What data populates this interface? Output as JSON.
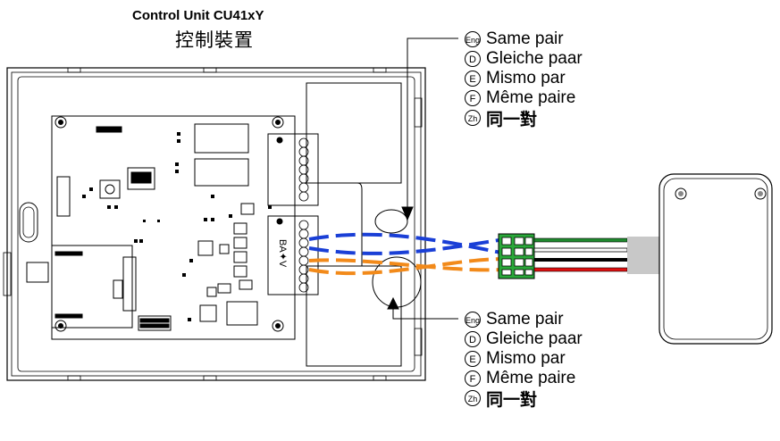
{
  "title": {
    "en": "Control Unit CU41xY",
    "zh": "控制裝置"
  },
  "module_label": "BA✦V",
  "annotations": [
    {
      "rows": [
        {
          "lang": "Eng",
          "text": "Same pair"
        },
        {
          "lang": "D",
          "text": "Gleiche paar"
        },
        {
          "lang": "E",
          "text": "Mismo par"
        },
        {
          "lang": "F",
          "text": "Même paire"
        },
        {
          "lang": "Zh",
          "text": "同一對"
        }
      ]
    },
    {
      "rows": [
        {
          "lang": "Eng",
          "text": "Same pair"
        },
        {
          "lang": "D",
          "text": "Gleiche paar"
        },
        {
          "lang": "E",
          "text": "Mismo par"
        },
        {
          "lang": "F",
          "text": "Même paire"
        },
        {
          "lang": "Zh",
          "text": "同一對"
        }
      ]
    }
  ],
  "colors": {
    "pair_blue": "#1a3fd6",
    "pair_orange": "#f28a1a",
    "wire_green": "#1f8a2e",
    "wire_black": "#000000",
    "wire_red": "#e01010",
    "wire_white": "#ffffff",
    "connector": "#2aa83a",
    "cable_jacket": "#c8c8c8"
  }
}
